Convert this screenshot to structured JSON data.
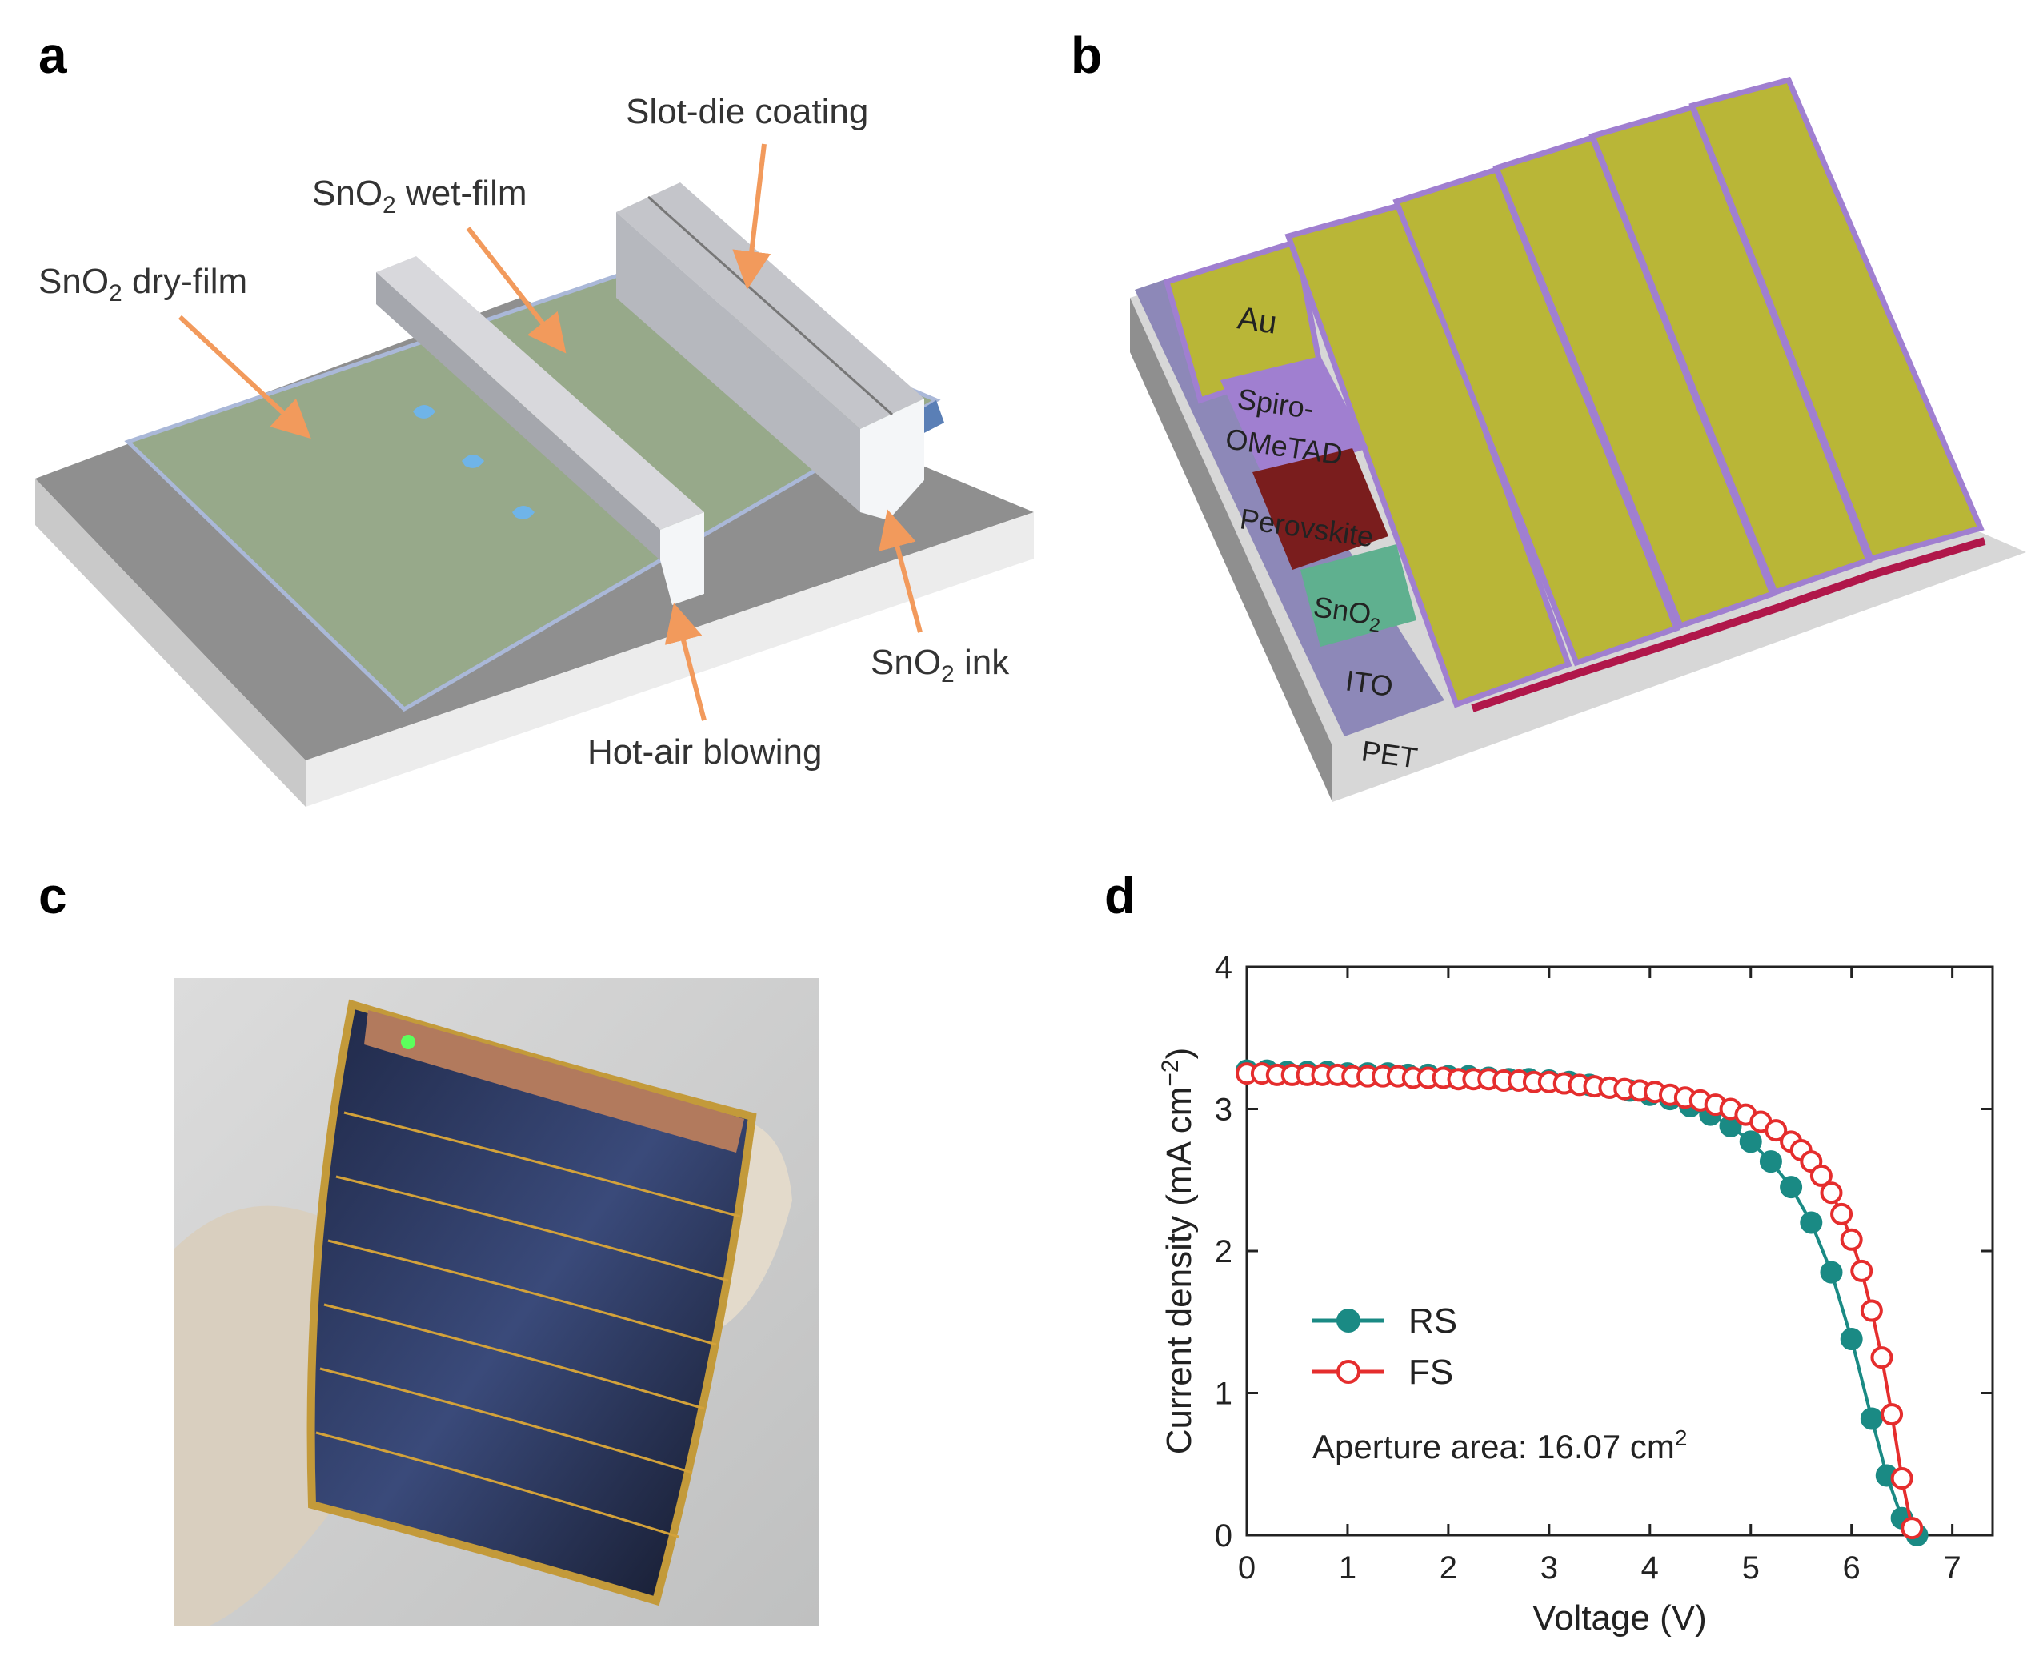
{
  "panels": {
    "a": {
      "letter": "a",
      "labels": {
        "slot_die": "Slot-die coating",
        "wet_film_pre": "SnO",
        "wet_film_sub": "2",
        "wet_film_post": " wet-film",
        "dry_film_pre": "SnO",
        "dry_film_sub": "2",
        "dry_film_post": " dry-film",
        "ink_pre": "SnO",
        "ink_sub": "2",
        "ink_post": " ink",
        "hot_air": "Hot-air blowing"
      }
    },
    "b": {
      "letter": "b",
      "layers": {
        "au": "Au",
        "spiro_1": "Spiro-",
        "spiro_2": "OMeTAD",
        "perovskite": "Perovskite",
        "sno2_pre": "SnO",
        "sno2_sub": "2",
        "ito": "ITO",
        "pet": "PET"
      },
      "colors": {
        "au": "#b9b637",
        "spiro": "#a07fd0",
        "perovskite": "#7a1d1d",
        "sno2": "#5fb08f",
        "ito": "#8d88b8",
        "pet": "#8e8e8e"
      }
    },
    "c": {
      "letter": "c"
    },
    "d": {
      "letter": "d"
    }
  },
  "chart_data": {
    "type": "line",
    "xlabel": "Voltage (V)",
    "ylabel_pre": "Current density (mA cm",
    "ylabel_sup": "−2",
    "ylabel_post": ")",
    "xlim": [
      0,
      7.4
    ],
    "ylim": [
      0,
      4
    ],
    "x_ticks": [
      "0",
      "1",
      "2",
      "3",
      "4",
      "5",
      "6",
      "7"
    ],
    "y_ticks": [
      "0",
      "1",
      "2",
      "3",
      "4"
    ],
    "annotation_pre": "Aperture area: 16.07 cm",
    "annotation_sup": "2",
    "series": [
      {
        "name": "RS",
        "color": "#1a8a84",
        "marker": "filled",
        "x": [
          0.0,
          0.2,
          0.4,
          0.6,
          0.8,
          1.0,
          1.2,
          1.4,
          1.6,
          1.8,
          2.0,
          2.2,
          2.4,
          2.6,
          2.8,
          3.0,
          3.2,
          3.4,
          3.6,
          3.8,
          4.0,
          4.2,
          4.4,
          4.6,
          4.8,
          5.0,
          5.2,
          5.4,
          5.6,
          5.8,
          6.0,
          6.2,
          6.35,
          6.5,
          6.65
        ],
        "y": [
          3.27,
          3.27,
          3.26,
          3.26,
          3.26,
          3.25,
          3.25,
          3.25,
          3.24,
          3.24,
          3.23,
          3.23,
          3.22,
          3.21,
          3.21,
          3.2,
          3.19,
          3.17,
          3.15,
          3.13,
          3.1,
          3.07,
          3.02,
          2.96,
          2.88,
          2.77,
          2.63,
          2.45,
          2.2,
          1.85,
          1.38,
          0.82,
          0.42,
          0.12,
          0.0
        ]
      },
      {
        "name": "FS",
        "color": "#e52d2d",
        "marker": "open",
        "x": [
          0.0,
          0.15,
          0.3,
          0.45,
          0.6,
          0.75,
          0.9,
          1.05,
          1.2,
          1.35,
          1.5,
          1.65,
          1.8,
          1.95,
          2.1,
          2.25,
          2.4,
          2.55,
          2.7,
          2.85,
          3.0,
          3.15,
          3.3,
          3.45,
          3.6,
          3.75,
          3.9,
          4.05,
          4.2,
          4.35,
          4.5,
          4.65,
          4.8,
          4.95,
          5.1,
          5.25,
          5.4,
          5.5,
          5.6,
          5.7,
          5.8,
          5.9,
          6.0,
          6.1,
          6.2,
          6.3,
          6.4,
          6.5,
          6.6
        ],
        "y": [
          3.25,
          3.25,
          3.24,
          3.24,
          3.24,
          3.24,
          3.24,
          3.23,
          3.23,
          3.23,
          3.23,
          3.22,
          3.22,
          3.22,
          3.21,
          3.21,
          3.21,
          3.2,
          3.2,
          3.19,
          3.19,
          3.18,
          3.17,
          3.16,
          3.15,
          3.14,
          3.13,
          3.12,
          3.1,
          3.08,
          3.06,
          3.03,
          3.0,
          2.96,
          2.91,
          2.85,
          2.77,
          2.71,
          2.63,
          2.53,
          2.41,
          2.26,
          2.08,
          1.86,
          1.58,
          1.25,
          0.85,
          0.4,
          0.05
        ]
      }
    ]
  }
}
